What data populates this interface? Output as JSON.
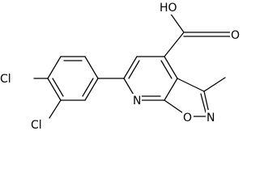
{
  "structure": {
    "atom_labels": {
      "cl_para": "Cl",
      "cl_meta": "Cl",
      "n_pyridine": "N",
      "o_isoxazole": "O",
      "n_isoxazole": "N",
      "acid_oh": "HO",
      "acid_carbonyl_o": "O"
    }
  }
}
